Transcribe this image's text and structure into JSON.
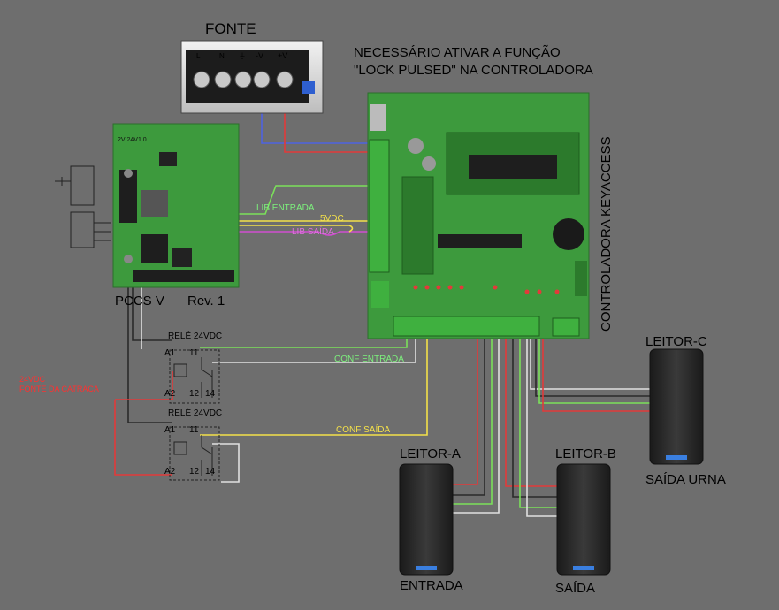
{
  "titles": {
    "power_supply": "FONTE",
    "note_line1": "NECESSÁRIO ATIVAR A FUNÇÃO",
    "note_line2": "\"LOCK PULSED\" NA CONTROLADORA",
    "controller": "CONTROLADORA KEYACCESS",
    "pccs_name": "PCCS V",
    "pccs_rev": "Rev. 1",
    "pccs_sub": "2V 24V1.0"
  },
  "psu_terminals": [
    "L",
    "N",
    "⏚",
    "-V",
    "+V"
  ],
  "wire_labels": {
    "lib_entrada": "LIB ENTRADA",
    "v5dc": "5VDC",
    "lib_saida": "LIB SAÍDA",
    "conf_entrada": "CONF ENTRADA",
    "conf_saida": "CONF SAÍDA"
  },
  "relays": [
    {
      "title": "RELÉ 24VDC",
      "a1": "A1",
      "a2": "A2",
      "p11": "11",
      "p12": "12",
      "p14": "14"
    },
    {
      "title": "RELÉ 24VDC",
      "a1": "A1",
      "a2": "A2",
      "p11": "11",
      "p12": "12",
      "p14": "14"
    }
  ],
  "turnstile_supply": {
    "line1": "24VDC",
    "line2": "FONTE DA CATRACA"
  },
  "readers": [
    {
      "name": "LEITOR-A",
      "caption": "ENTRADA"
    },
    {
      "name": "LEITOR-B",
      "caption": "SAÍDA"
    },
    {
      "name": "LEITOR-C",
      "caption": "SAÍDA URNA"
    }
  ],
  "colors": {
    "background": "#6e6e6e",
    "pcb": "#3d9a3d",
    "pcb_dark": "#2c7a2c",
    "wire_red": "#e23a3a",
    "wire_blue": "#4f63e0",
    "wire_green": "#7be05a",
    "wire_yellow": "#f3e04a",
    "wire_magenta": "#d04fd0",
    "wire_white": "#e0e0e0",
    "wire_black": "#2a2a2a",
    "label_green": "#7df07d",
    "label_yellow": "#f3e04a",
    "label_magenta": "#e070e0",
    "label_red": "#ff3030"
  }
}
